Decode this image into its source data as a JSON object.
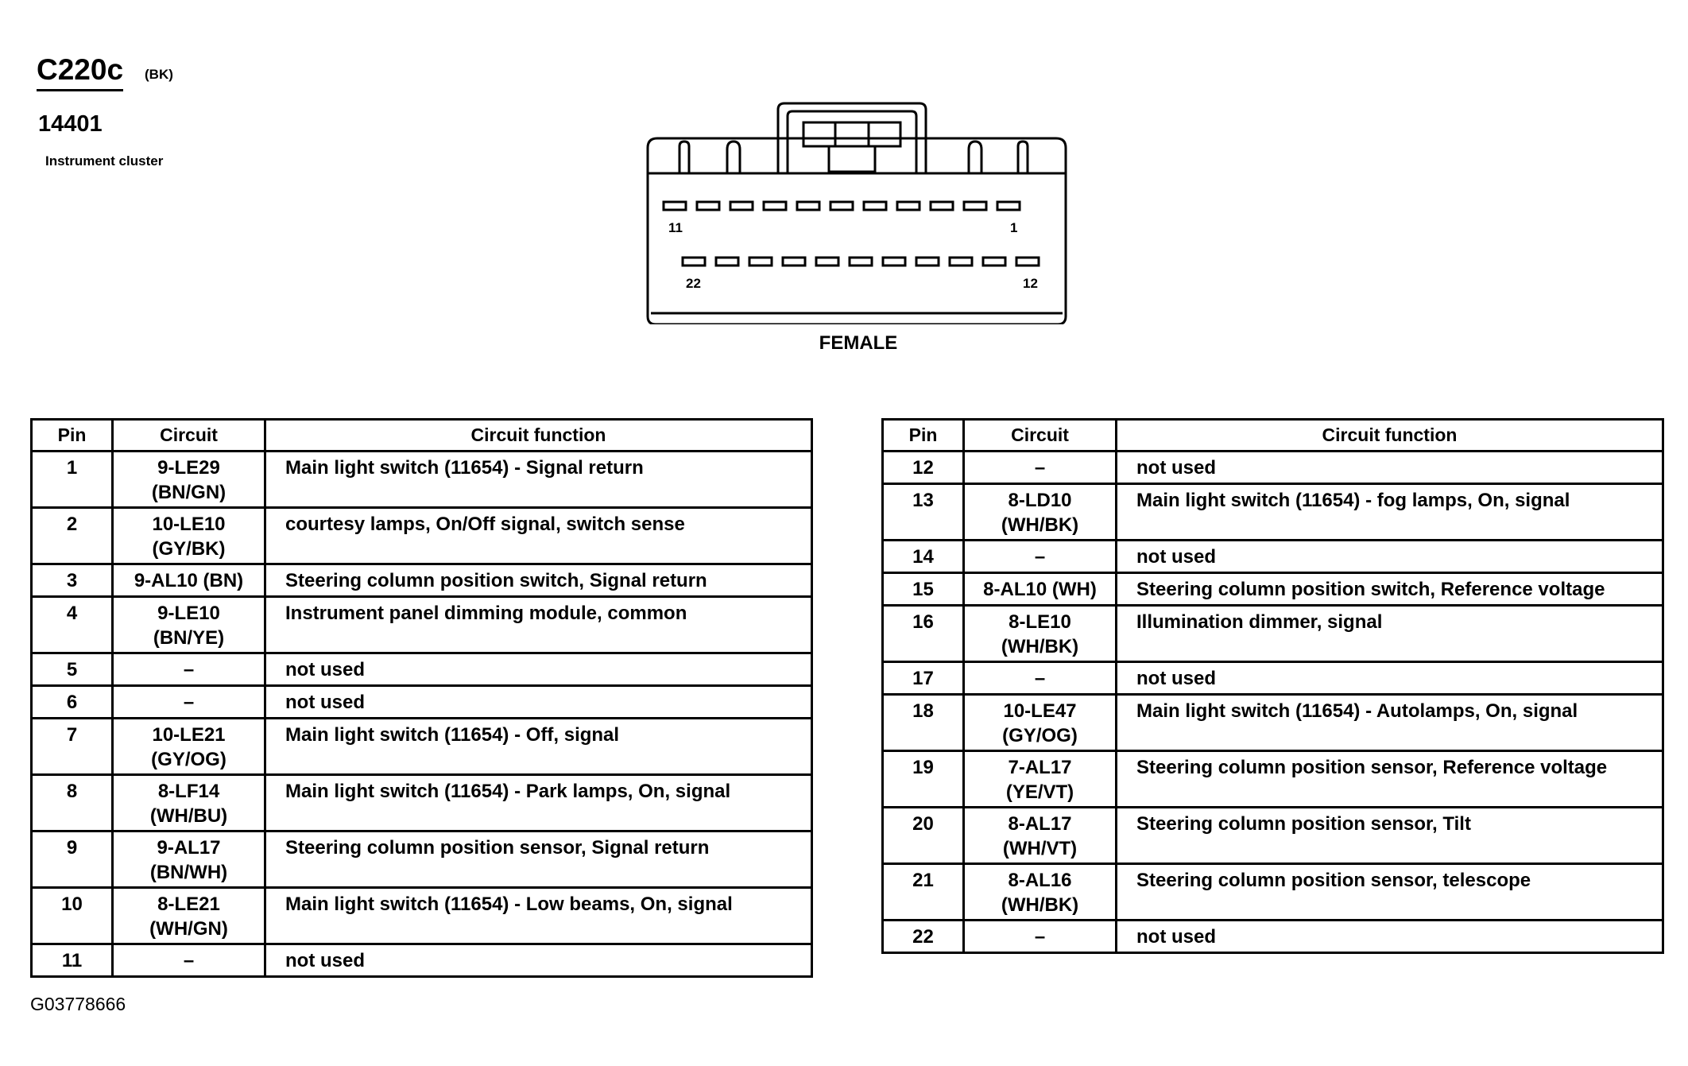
{
  "header": {
    "connector_code": "C220c",
    "connector_color": "(BK)",
    "part_number": "14401",
    "component_name": "Instrument cluster"
  },
  "connector": {
    "pin_label_top_left": "11",
    "pin_label_top_right": "1",
    "pin_label_bottom_left": "22",
    "pin_label_bottom_right": "12",
    "gender_label": "FEMALE"
  },
  "table_headers": {
    "pin": "Pin",
    "circuit": "Circuit",
    "function": "Circuit function"
  },
  "left_table": [
    {
      "pin": "1",
      "circuit": "9-LE29",
      "color": "(BN/GN)",
      "function": "Main light switch (11654) - Signal return"
    },
    {
      "pin": "2",
      "circuit": "10-LE10",
      "color": "(GY/BK)",
      "function": "courtesy lamps, On/Off signal, switch sense"
    },
    {
      "pin": "3",
      "circuit": "9-AL10 (BN)",
      "color": "",
      "function": "Steering column position switch, Signal return"
    },
    {
      "pin": "4",
      "circuit": "9-LE10",
      "color": "(BN/YE)",
      "function": "Instrument panel dimming module, common"
    },
    {
      "pin": "5",
      "circuit": "–",
      "color": "",
      "function": "not used"
    },
    {
      "pin": "6",
      "circuit": "–",
      "color": "",
      "function": "not used"
    },
    {
      "pin": "7",
      "circuit": "10-LE21",
      "color": "(GY/OG)",
      "function": "Main light switch (11654) - Off, signal"
    },
    {
      "pin": "8",
      "circuit": "8-LF14",
      "color": "(WH/BU)",
      "function": "Main light switch (11654) - Park lamps, On, signal"
    },
    {
      "pin": "9",
      "circuit": "9-AL17",
      "color": "(BN/WH)",
      "function": "Steering column position sensor, Signal return"
    },
    {
      "pin": "10",
      "circuit": "8-LE21",
      "color": "(WH/GN)",
      "function": "Main light switch (11654) - Low beams, On, signal"
    },
    {
      "pin": "11",
      "circuit": "–",
      "color": "",
      "function": "not used"
    }
  ],
  "right_table": [
    {
      "pin": "12",
      "circuit": "–",
      "color": "",
      "function": "not used"
    },
    {
      "pin": "13",
      "circuit": "8-LD10",
      "color": "(WH/BK)",
      "function": "Main light switch (11654) - fog lamps, On, signal"
    },
    {
      "pin": "14",
      "circuit": "–",
      "color": "",
      "function": "not used"
    },
    {
      "pin": "15",
      "circuit": "8-AL10 (WH)",
      "color": "",
      "function": "Steering column position switch, Reference voltage"
    },
    {
      "pin": "16",
      "circuit": "8-LE10",
      "color": "(WH/BK)",
      "function": "Illumination dimmer, signal"
    },
    {
      "pin": "17",
      "circuit": "–",
      "color": "",
      "function": "not used"
    },
    {
      "pin": "18",
      "circuit": "10-LE47",
      "color": "(GY/OG)",
      "function": "Main light switch (11654) - Autolamps, On, signal"
    },
    {
      "pin": "19",
      "circuit": "7-AL17",
      "color": "(YE/VT)",
      "function": "Steering column position sensor, Reference voltage"
    },
    {
      "pin": "20",
      "circuit": "8-AL17",
      "color": "(WH/VT)",
      "function": "Steering column position sensor, Tilt"
    },
    {
      "pin": "21",
      "circuit": "8-AL16",
      "color": "(WH/BK)",
      "function": "Steering column position sensor, telescope"
    },
    {
      "pin": "22",
      "circuit": "–",
      "color": "",
      "function": "not used"
    }
  ],
  "figure_id": "G03778666"
}
